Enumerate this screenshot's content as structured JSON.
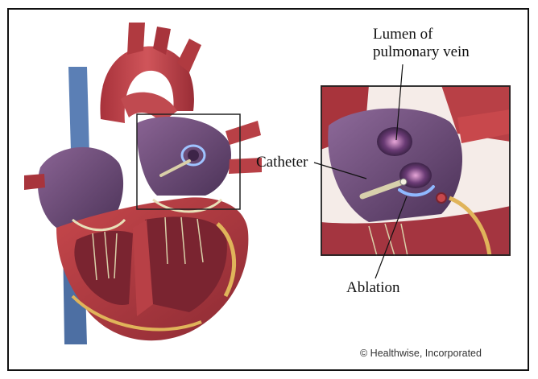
{
  "labels": {
    "lumen_line1": "Lumen of",
    "lumen_line2": "pulmonary vein",
    "catheter": "Catheter",
    "ablation": "Ablation"
  },
  "copyright": "© Healthwise, Incorporated",
  "colors": {
    "muscle": "#b23a3f",
    "muscle_dark": "#8c2a33",
    "atrium": "#6e4a78",
    "vein_blue": "#5b7fb5",
    "fat": "#e0b45a",
    "ablation_glow": "#7fb0ff"
  }
}
